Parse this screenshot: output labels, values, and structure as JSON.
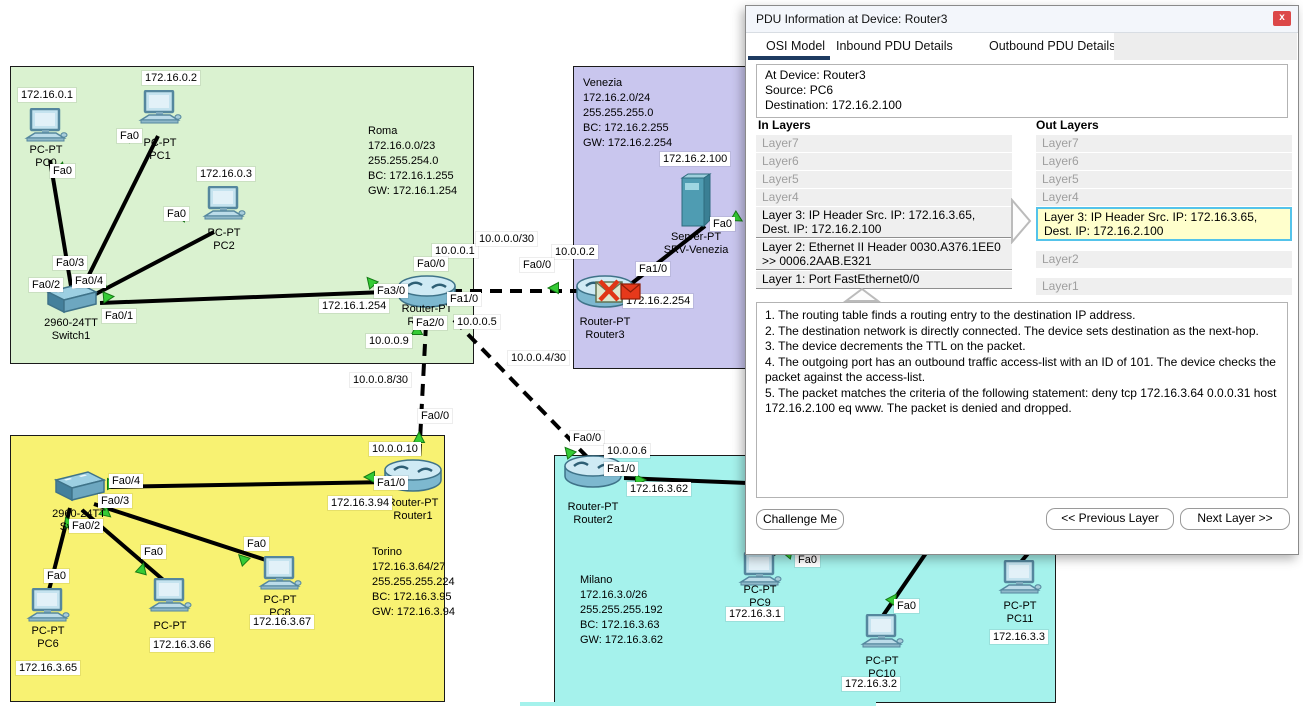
{
  "dialog": {
    "title": "PDU Information at Device: Router3",
    "close": "x",
    "tabs": [
      "OSI Model",
      "Inbound PDU Details",
      "Outbound PDU Details"
    ],
    "at_device": "At Device: Router3",
    "source": "Source: PC6",
    "destination": "Destination: 172.16.2.100",
    "in_title": "In Layers",
    "out_title": "Out Layers",
    "in_layers": [
      "Layer7",
      "Layer6",
      "Layer5",
      "Layer4",
      "Layer 3: IP Header Src. IP: 172.16.3.65, Dest. IP: 172.16.2.100",
      "Layer 2: Ethernet II Header 0030.A376.1EE0 >> 0006.2AAB.E321",
      "Layer 1: Port FastEthernet0/0"
    ],
    "out_layers": [
      "Layer7",
      "Layer6",
      "Layer5",
      "Layer4",
      "Layer 3: IP Header Src. IP: 172.16.3.65, Dest. IP: 172.16.2.100",
      "Layer2",
      "Layer1"
    ],
    "steps": [
      "1. The routing table finds a routing entry to the destination IP address.",
      "2. The destination network is directly connected. The device sets destination as the next-hop.",
      "3. The device decrements the TTL on the packet.",
      "4. The outgoing port has an outbound traffic access-list with an ID of 101. The device checks the packet against the access-list.",
      "5. The packet matches the criteria of the following statement: deny tcp 172.16.3.64 0.0.0.31 host 172.16.2.100 eq www. The packet is denied and dropped."
    ],
    "challenge": "Challenge Me",
    "prev": "<< Previous Layer",
    "next": "Next Layer >>"
  },
  "topology": {
    "wan": {
      "net1": "10.0.0.0/30",
      "net2": "10.0.0.8/30",
      "net3": "10.0.0.4/30"
    },
    "roma": {
      "info": "Roma\n172.16.0.0/23\n255.255.254.0\nBC: 172.16.1.255\nGW: 172.16.1.254",
      "pc0": {
        "ip": "172.16.0.1",
        "model": "PC-PT",
        "name": "PC0",
        "port": "Fa0"
      },
      "pc1": {
        "ip": "172.16.0.2",
        "model": "PC-PT",
        "name": "PC1",
        "port": "Fa0"
      },
      "pc2": {
        "ip": "172.16.0.3",
        "model": "PC-PT",
        "name": "PC2",
        "port": "Fa0"
      },
      "switch1": {
        "model": "2960-24TT",
        "name": "Switch1",
        "p1": "Fa0/1",
        "p2": "Fa0/2",
        "p3": "Fa0/3",
        "p4": "Fa0/4"
      },
      "router0": {
        "model": "Router-PT",
        "name": "Router0",
        "fa00": "Fa0/0",
        "fa10": "Fa1/0",
        "fa20": "Fa2/0",
        "fa30": "Fa3/0",
        "lan_ip": "172.16.1.254",
        "ip1": "10.0.0.1",
        "ip5": "10.0.0.5",
        "ip9": "10.0.0.9"
      }
    },
    "venezia": {
      "info": "Venezia\n172.16.2.0/24\n255.255.255.0\nBC: 172.16.2.255\nGW: 172.16.2.254",
      "server": {
        "ip": "172.16.2.100",
        "model": "Server-PT",
        "name": "SRV-Venezia",
        "port": "Fa0"
      },
      "router3": {
        "model": "Router-PT",
        "name": "Router3",
        "ip2": "10.0.0.2",
        "fa00": "Fa0/0",
        "fa10": "Fa1/0",
        "lan_ip": "172.16.2.254"
      }
    },
    "torino": {
      "info": "Torino\n172.16.3.64/27\n255.255.255.224\nBC: 172.16.3.95\nGW: 172.16.3.94",
      "switch0": {
        "model": "2960-24TT",
        "name": "Switch0",
        "p2": "Fa0/2",
        "p3": "Fa0/3",
        "p4": "Fa0/4"
      },
      "router1": {
        "model": "Router-PT",
        "name": "Router1",
        "ip10": "10.0.0.10",
        "fa00": "Fa0/0",
        "fa10": "Fa1/0",
        "lan_ip": "172.16.3.94"
      },
      "pc6": {
        "ip": "172.16.3.65",
        "model": "PC-PT",
        "name": "PC6",
        "port": "Fa0"
      },
      "pc7": {
        "ip": "172.16.3.66",
        "model": "PC-PT",
        "port": "Fa0"
      },
      "pc8": {
        "ip": "172.16.3.67",
        "model": "PC-PT",
        "name": "PC8",
        "port": "Fa0"
      }
    },
    "milano": {
      "info": "Milano\n172.16.3.0/26\n255.255.255.192\nBC: 172.16.3.63\nGW: 172.16.3.62",
      "router2": {
        "model": "Router-PT",
        "name": "Router2",
        "ip6": "10.0.0.6",
        "fa00": "Fa0/0",
        "fa10": "Fa1/0",
        "lan_ip": "172.16.3.62"
      },
      "pc9": {
        "ip": "172.16.3.1",
        "model": "PC-PT",
        "name": "PC9",
        "port": "Fa0"
      },
      "pc10": {
        "ip": "172.16.3.2",
        "model": "PC-PT",
        "name": "PC10",
        "port": "Fa0"
      },
      "pc11": {
        "ip": "172.16.3.3",
        "model": "PC-PT",
        "name": "PC11"
      }
    }
  }
}
